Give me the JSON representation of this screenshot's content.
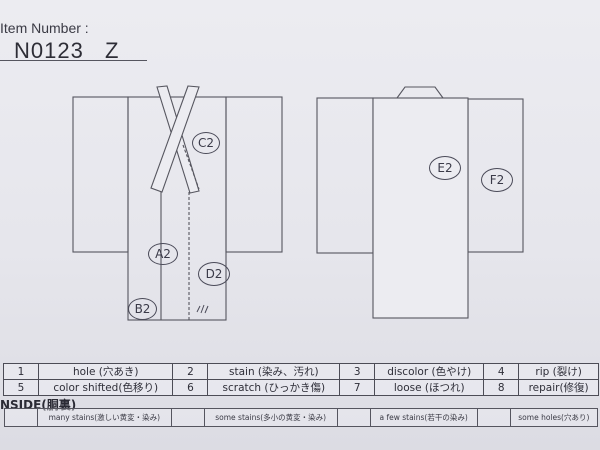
{
  "header": {
    "item_label": "Item Number :",
    "item_number": "N0123 Z"
  },
  "front_diagram": {
    "markers": [
      {
        "id": "C2",
        "label": "C2"
      },
      {
        "id": "A2",
        "label": "A2"
      },
      {
        "id": "D2",
        "label": "D2"
      },
      {
        "id": "B2",
        "label": "B2"
      }
    ],
    "scratch_mark": "///"
  },
  "back_diagram": {
    "markers": [
      {
        "id": "E2",
        "label": "E2"
      },
      {
        "id": "F2",
        "label": "F2"
      }
    ]
  },
  "legend": {
    "rows": [
      [
        {
          "num": "1",
          "label": "hole (穴あき)"
        },
        {
          "num": "2",
          "label": "stain (染み、汚れ)"
        },
        {
          "num": "3",
          "label": "discolor (色やけ)"
        },
        {
          "num": "4",
          "label": "rip (裂け)"
        }
      ],
      [
        {
          "num": "5",
          "label": "color shifted(色移り)"
        },
        {
          "num": "6",
          "label": "scratch (ひっかき傷)"
        },
        {
          "num": "7",
          "label": "loose (ほつれ)"
        },
        {
          "num": "8",
          "label": "repair(修復)"
        }
      ]
    ]
  },
  "inside": {
    "title": "NSIDE(胴裏)",
    "options": [
      {
        "label": "many stains(激しい黄変・染み)",
        "checked": ""
      },
      {
        "label": "some stains(多小の黄変・染み)",
        "checked": ""
      },
      {
        "label": "a few stains(若干の染み)",
        "checked": ""
      },
      {
        "label": "some holes(穴あり)",
        "checked": ""
      }
    ]
  }
}
